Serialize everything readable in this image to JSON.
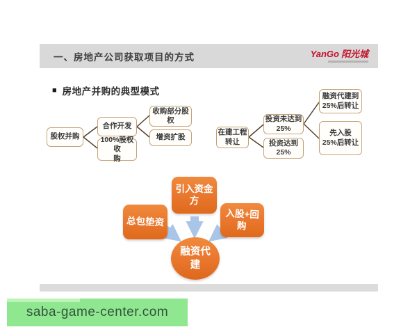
{
  "header": {
    "title": "一、房地产公司获取项目的方式",
    "logo": {
      "latin": "YanGo",
      "cjk": "阳光城"
    }
  },
  "section": {
    "bullet": "■",
    "title": "房地产并购的典型模式"
  },
  "merger_flow": {
    "root": "股权并购",
    "branch_top": "合作开发",
    "branch_bottom": "100%股权收\n购",
    "leaf_top": "收购部分股\n权",
    "leaf_bottom": "增资扩股"
  },
  "construction_flow": {
    "root": "在建工程\n转让",
    "branch_top": "投资未达到\n25%",
    "branch_bottom": "投资达到\n25%",
    "leaf_top": "融资代建到\n25%后转让",
    "leaf_bottom": "先入股\n25%后转让"
  },
  "funding_diagram": {
    "source_left": "总包垫资",
    "source_top": "引入资金\n方",
    "source_right": "入股+回\n购",
    "target": "融资代\n建"
  },
  "watermark": "saba-game-center.com",
  "colors": {
    "header_gray": "#d9d9d9",
    "logo_red": "#c3112b",
    "box_border_tan": "#c3a279",
    "accent_orange": "#e8762c",
    "arrow_blue": "#a9c6e8",
    "connector_brown": "#52402e",
    "footer_gray": "#dcdcdc",
    "watermark_green": "#8fe78f"
  }
}
